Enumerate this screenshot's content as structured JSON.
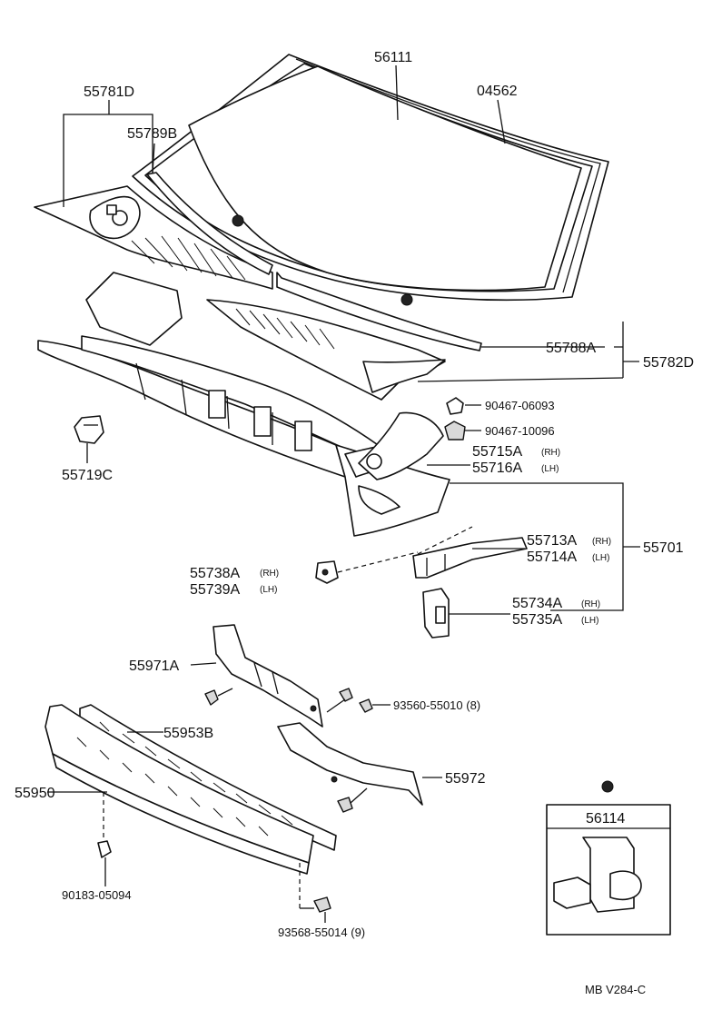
{
  "labels": {
    "p56111": "56111",
    "p04562": "04562",
    "p55781D": "55781D",
    "p55789B": "55789B",
    "p55788A": "55788A",
    "p55782D": "55782D",
    "p90467_06093": "90467-06093",
    "p90467_10096": "90467-10096",
    "p55715A": "55715A",
    "p55716A": "55716A",
    "p55719C": "55719C",
    "p55701": "55701",
    "p55713A": "55713A",
    "p55714A": "55714A",
    "p55738A": "55738A",
    "p55739A": "55739A",
    "p55734A": "55734A",
    "p55735A": "55735A",
    "p55971A": "55971A",
    "p93560": "93560-55010 (8)",
    "p55953B": "55953B",
    "p55972": "55972",
    "p55950": "55950",
    "p90183": "90183-05094",
    "p93568": "93568-55014 (9)",
    "p56114": "56114",
    "rh": "(RH)",
    "lh": "(LH)",
    "rh_small": "(RH)",
    "lh_small": "(LH)"
  },
  "footer_code": "MB V284-C"
}
